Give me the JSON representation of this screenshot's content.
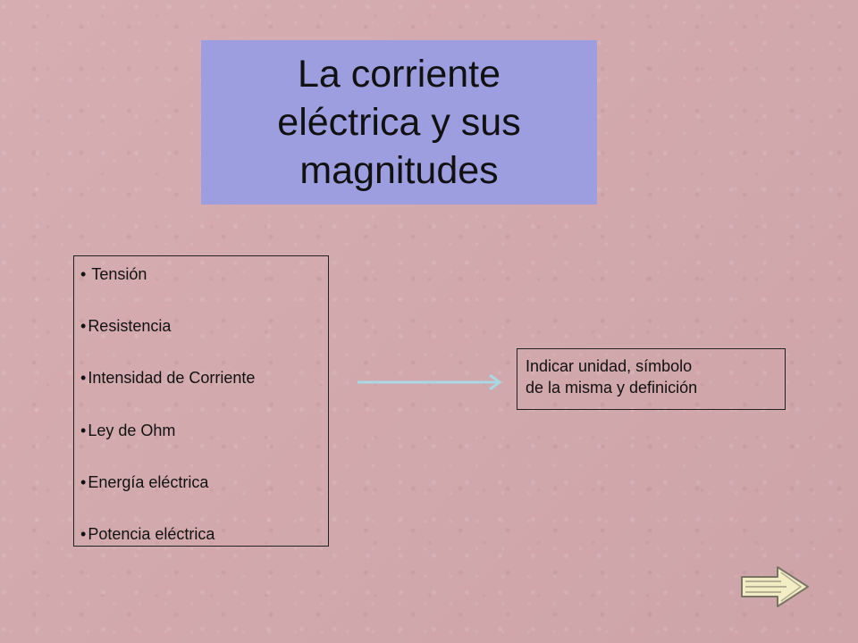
{
  "slide": {
    "title": "La corriente eléctrica y sus magnitudes",
    "topics": [
      "Tensión",
      "Resistencia",
      "Intensidad de Corriente",
      "Ley de Ohm",
      "Energía eléctrica",
      "Potencia eléctrica"
    ],
    "bullet_symbol": "•",
    "info_lines": [
      "Indicar unidad, símbolo",
      "de la misma y definición"
    ]
  },
  "icons": {
    "connector": "right-arrow-icon",
    "next": "next-slide-arrow-icon"
  },
  "colors": {
    "background": "#d4a9ad",
    "title_box": "#9d9ee0",
    "connector_arrow": "#a9d7e3",
    "next_arrow_fill": "#f3edc6"
  }
}
